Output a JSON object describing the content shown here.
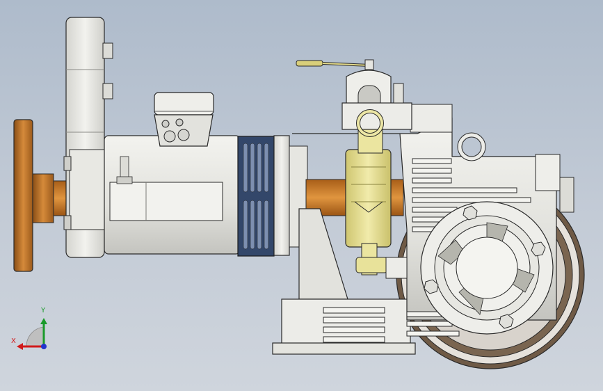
{
  "viewport": {
    "background_top": "#aebbcb",
    "background_bottom": "#cfd5dd"
  },
  "model": {
    "parts": [
      "handwheel",
      "brake-cover",
      "motor-body",
      "terminal-box",
      "fan-guard",
      "flange-coupling",
      "shaft",
      "yellow-brake",
      "release-lever",
      "gearbox-housing",
      "eye-bolt",
      "output-flange",
      "traction-sheave",
      "base-support"
    ],
    "colors": {
      "part_white": "#e4e4e0",
      "part_shadow": "#b9b9b4",
      "outline": "#2a2a2a",
      "copper": "#c27a2a",
      "fan_guard_blue": "#33476a",
      "brake_yellow": "#e8e29a",
      "sheave_brown": "#7a6550"
    }
  },
  "triad": {
    "x_label": "X",
    "y_label": "Y",
    "x_color": "#d11a1a",
    "y_color": "#1a9a2a",
    "z_color": "#2233cc"
  }
}
